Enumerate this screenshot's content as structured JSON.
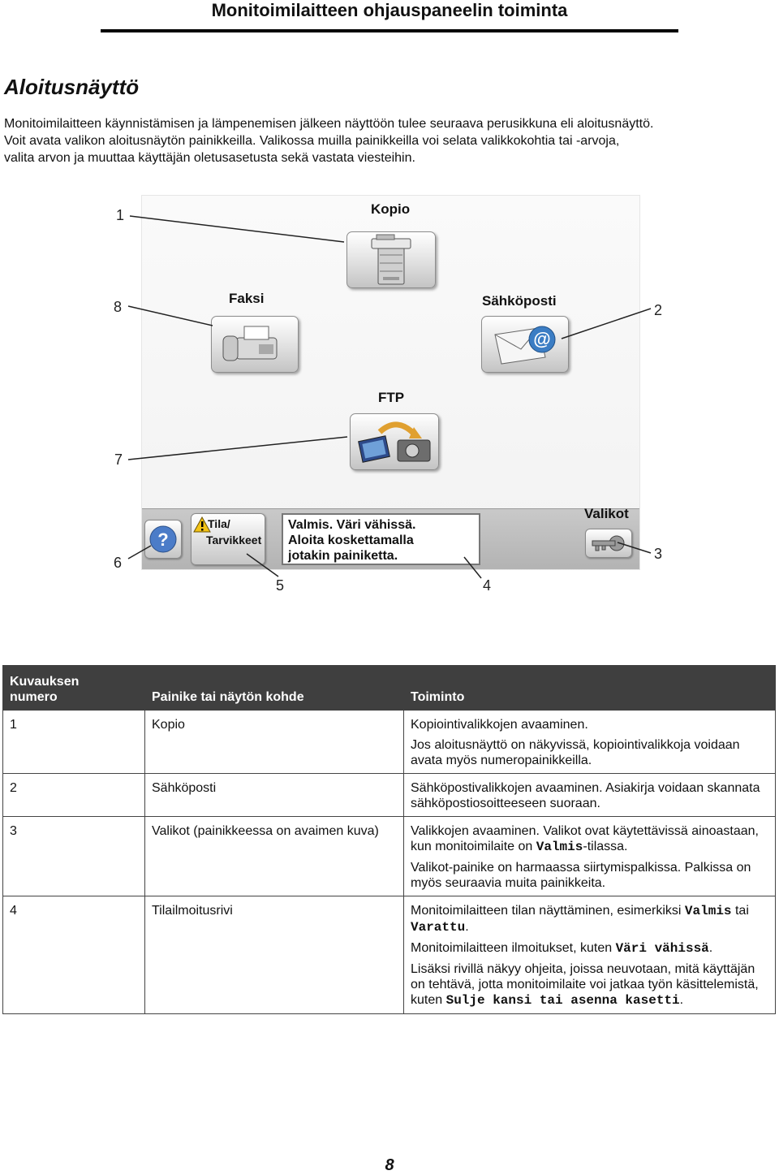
{
  "header": {
    "title": "Monitoimilaitteen ohjauspaneelin toiminta"
  },
  "section": {
    "title": "Aloitusnäyttö",
    "intro_lines": [
      "Monitoimilaitteen käynnistämisen ja lämpenemisen jälkeen näyttöön tulee seuraava perusikkuna eli aloitusnäyttö.",
      "Voit avata valikon aloitusnäytön painikkeilla. Valikossa muilla painikkeilla voi selata valikkokohtia tai -arvoja,",
      "valita arvon ja muuttaa käyttäjän oletusasetusta sekä vastata viesteihin."
    ]
  },
  "screen": {
    "copy_label": "Kopio",
    "fax_label": "Faksi",
    "email_label": "Sähköposti",
    "ftp_label": "FTP",
    "status_btn_line1": "Tila/",
    "status_btn_line2": "Tarvikkeet",
    "status_msg_lines": [
      "Valmis. Väri vähissä.",
      "Aloita koskettamalla",
      "jotakin painiketta."
    ],
    "menus_label": "Valikot"
  },
  "callouts": [
    "1",
    "2",
    "3",
    "4",
    "5",
    "6",
    "7",
    "8"
  ],
  "table": {
    "headers": {
      "num_line1": "Kuvauksen",
      "num_line2": "numero",
      "item": "Painike tai näytön kohde",
      "func": "Toiminto"
    },
    "rows": [
      {
        "num": "1",
        "item": "Kopio",
        "p1": "Kopiointivalikkojen avaaminen.",
        "p2": "Jos aloitusnäyttö on näkyvissä, kopiointivalikkoja voidaan avata myös numeropainikkeilla."
      },
      {
        "num": "2",
        "item": "Sähköposti",
        "p1": "Sähköpostivalikkojen avaaminen. Asiakirja voidaan skannata sähköpostiosoitteeseen suoraan."
      },
      {
        "num": "3",
        "item": "Valikot (painikkeessa on avaimen kuva)",
        "p1a": "Valikkojen avaaminen. Valikot ovat käytettävissä ainoastaan, kun monitoimilaite on ",
        "p1code": "Valmis",
        "p1b": "-tilassa.",
        "p2": "Valikot-painike on harmaassa siirtymispalkissa. Palkissa on myös seuraavia muita painikkeita."
      },
      {
        "num": "4",
        "item": "Tilailmoitusrivi",
        "p1a": "Monitoimilaitteen tilan näyttäminen, esimerkiksi ",
        "p1code1": "Valmis",
        "p1mid": " tai ",
        "p1code2": "Varattu",
        "p1end": ".",
        "p2a": "Monitoimilaitteen ilmoitukset, kuten ",
        "p2code": "Väri vähissä",
        "p2end": ".",
        "p3a": "Lisäksi rivillä näkyy ohjeita, joissa neuvotaan, mitä käyttäjän on tehtävä, jotta monitoimilaite voi jatkaa työn käsittelemistä, kuten ",
        "p3code": "Sulje kansi tai asenna kasetti",
        "p3end": "."
      }
    ]
  },
  "footer": {
    "page_number": "8"
  }
}
